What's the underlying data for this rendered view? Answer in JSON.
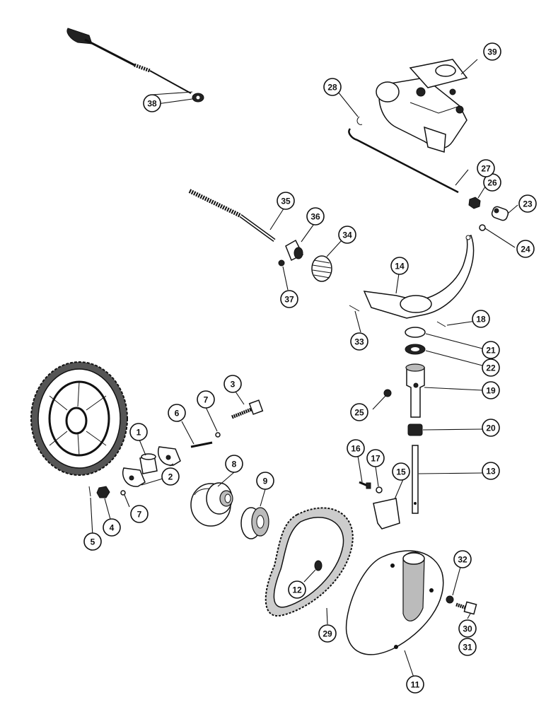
{
  "diagram": {
    "kind": "exploded parts view",
    "parts": [
      {
        "number": "1",
        "icon": "spacer-block-icon"
      },
      {
        "number": "2",
        "icon": "governor-weight-icon"
      },
      {
        "number": "3",
        "icon": "bolt-icon"
      },
      {
        "number": "4",
        "icon": "nut-icon"
      },
      {
        "number": "5",
        "icon": "cotter-pin-icon"
      },
      {
        "number": "6",
        "icon": "pin-icon"
      },
      {
        "number": "7",
        "icon": "ball-icon"
      },
      {
        "number": "8",
        "icon": "governor-cup-icon"
      },
      {
        "number": "9",
        "icon": "bearing-icon"
      },
      {
        "number": "11",
        "icon": "governor-housing-icon"
      },
      {
        "number": "12",
        "icon": "plug-icon"
      },
      {
        "number": "13",
        "icon": "shaft-icon"
      },
      {
        "number": "14",
        "icon": "fork-lever-icon"
      },
      {
        "number": "15",
        "icon": "bracket-plate-icon"
      },
      {
        "number": "16",
        "icon": "screw-icon"
      },
      {
        "number": "17",
        "icon": "lock-washer-icon"
      },
      {
        "number": "18",
        "icon": "cotter-pin-icon"
      },
      {
        "number": "19",
        "icon": "sleeve-icon"
      },
      {
        "number": "20",
        "icon": "bushing-icon"
      },
      {
        "number": "21",
        "icon": "washer-icon"
      },
      {
        "number": "22",
        "icon": "seal-ring-icon"
      },
      {
        "number": "23",
        "icon": "swivel-icon"
      },
      {
        "number": "24",
        "icon": "lock-washer-icon"
      },
      {
        "number": "25",
        "icon": "set-screw-icon"
      },
      {
        "number": "26",
        "icon": "nut-icon"
      },
      {
        "number": "27",
        "icon": "rod-icon"
      },
      {
        "number": "28",
        "icon": "clip-icon"
      },
      {
        "number": "29",
        "icon": "gasket-icon"
      },
      {
        "number": "30",
        "icon": "bolt-icon"
      },
      {
        "number": "31",
        "icon": "bolt-icon"
      },
      {
        "number": "32",
        "icon": "lock-washer-icon"
      },
      {
        "number": "33",
        "icon": "cotter-pin-icon"
      },
      {
        "number": "34",
        "icon": "spring-icon"
      },
      {
        "number": "35",
        "icon": "threaded-rod-icon"
      },
      {
        "number": "36",
        "icon": "spring-seat-icon"
      },
      {
        "number": "37",
        "icon": "nut-icon"
      },
      {
        "number": "38",
        "icon": "throttle-rod-icon"
      },
      {
        "number": "39",
        "icon": "carburetor-icon"
      }
    ],
    "colors": {
      "ink": "#111111",
      "paper": "#ffffff",
      "shade": "#bbbbbb"
    }
  }
}
